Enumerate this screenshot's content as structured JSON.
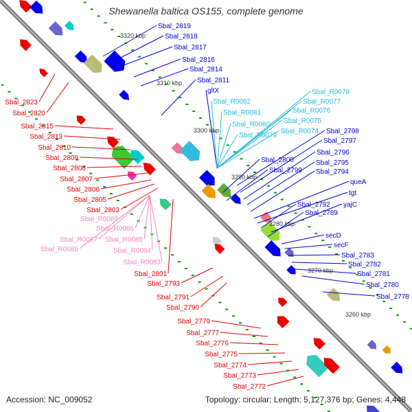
{
  "title": "Shewanella baltica OS155, complete genome",
  "accession": "Accession: NC_009052",
  "summary": "Topology: circular; Length: 5,127,376 bp; Genes: 4,448",
  "colors": {
    "backbone": "#888888",
    "forward_gene": "#0000ee",
    "reverse_gene": "#ee0000",
    "rna": "#33bbdd",
    "pseudo_rna": "#ee88bb",
    "gc_skew": "#009900"
  },
  "scale_labels": [
    "3320 kbp",
    "3310 kbp",
    "3300 kbp",
    "3290 kbp",
    "3280 kbp",
    "3270 kbp",
    "3260 kbp"
  ],
  "left_labels": [
    "Sbal_2823",
    "Sbal_2820",
    "Sbal_2815",
    "Sbal_2813",
    "Sbal_2810",
    "Sbal_2809",
    "Sbal_2808",
    "Sbal_2807",
    "Sbal_2806",
    "Sbal_2805",
    "Sbal_2803"
  ],
  "left_pink_labels": [
    "Sbal_R0089",
    "Sbal_R0086",
    "Sbal_R0087",
    "Sbal_R0085",
    "Sbal_R0088",
    "Sbal_R0084",
    "Sbal_R0083"
  ],
  "left_lower_labels": [
    "Sbal_2801",
    "Sbal_2793",
    "Sbal_2791",
    "Sbal_2790"
  ],
  "bottom_labels": [
    "Sbal_2779",
    "Sbal_2777",
    "Sbal_2776",
    "Sbal_2775",
    "Sbal_2774",
    "Sbal_2773",
    "Sbal_2772"
  ],
  "right_top_labels": [
    "Sbal_2819",
    "Sbal_2818",
    "Sbal_2817",
    "Sbal_2816",
    "Sbal_2814",
    "Sbal_2811",
    "gltX"
  ],
  "right_cyan_labels": [
    "Sbal_R0078",
    "Sbal_R0082",
    "Sbal_R0077",
    "Sbal_R0081",
    "Sbal_R0076",
    "Sbal_R0080",
    "Sbal_R0075",
    "Sbal_R0079",
    "Sbal_R0074"
  ],
  "right_mid_labels": [
    "Sbal_2798",
    "Sbal_2797",
    "Sbal_2796",
    "Sbal_2800",
    "Sbal_2795",
    "Sbal_2799",
    "Sbal_2794"
  ],
  "right_lower_labels": [
    "queA",
    "tgt",
    "Sbal_2792",
    "yajC",
    "Sbal_2789",
    "secD",
    "secF",
    "Sbal_2783",
    "Sbal_2782",
    "Sbal_2781",
    "Sbal_2780",
    "Sbal_2778"
  ]
}
